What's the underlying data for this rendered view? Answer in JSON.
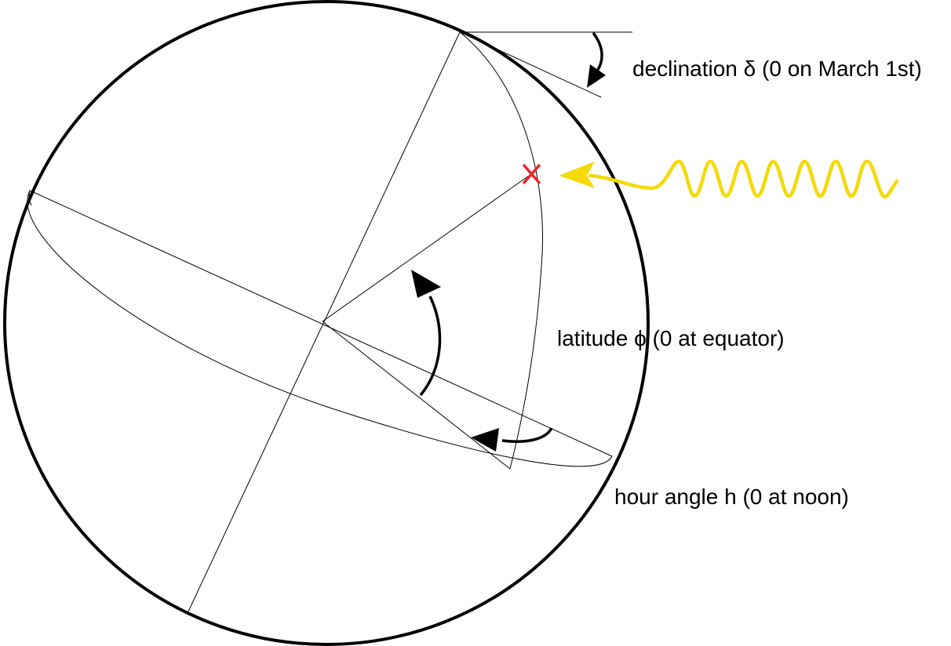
{
  "labels": {
    "declination": "declination δ (0 on March 1st)",
    "latitude": "latitude ϕ (0 at equator)",
    "hour_angle": "hour angle h (0 at noon)"
  },
  "colors": {
    "outline": "#000000",
    "marker": "#e8262b",
    "sun_ray": "#f5d90a"
  },
  "icons": {
    "marker": "red-x-marker-icon",
    "sun_ray": "wavy-sun-ray-arrow-icon"
  }
}
